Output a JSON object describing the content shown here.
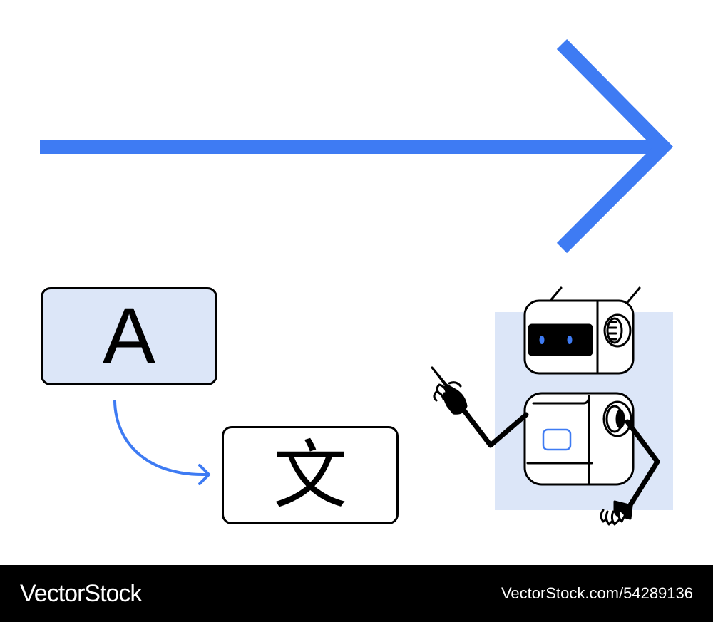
{
  "tiles": {
    "source_letter": "A",
    "target_glyph": "文"
  },
  "footer": {
    "brand": "VectorStock",
    "image_id": "VectorStock.com/54289136"
  },
  "colors": {
    "accent_blue": "#3e7bf3",
    "tint_blue": "#dce6f8",
    "ink": "#000000",
    "footer_bg": "#000000"
  },
  "icons": [
    "arrow-right-icon",
    "curved-arrow-icon",
    "robot-icon"
  ]
}
